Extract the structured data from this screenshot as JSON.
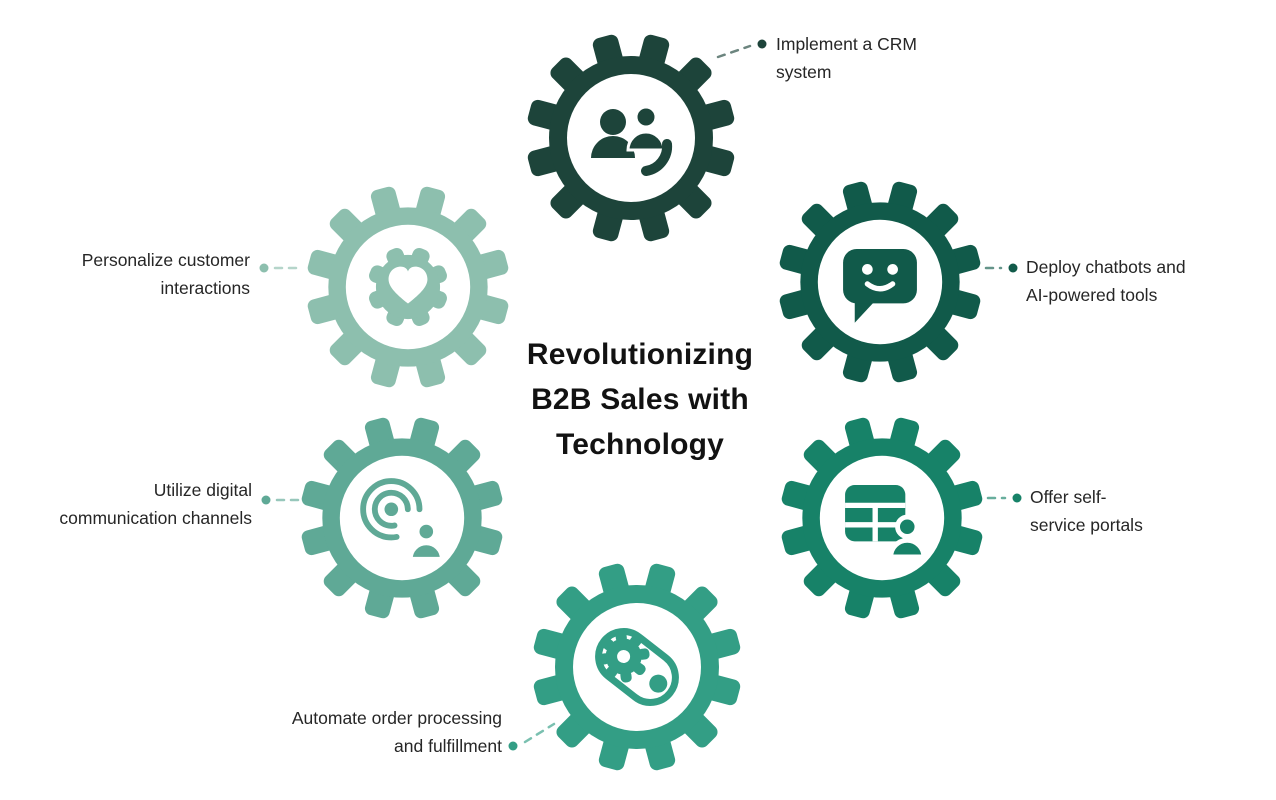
{
  "title": {
    "lines": [
      "Revolutionizing",
      "B2B Sales with",
      "Technology"
    ],
    "color": "#121212"
  },
  "background": "#ffffff",
  "text_color": "#262626",
  "items": [
    {
      "name": "implement-crm",
      "label_lines": [
        "Implement a CRM",
        "system"
      ],
      "color": "#1d443a",
      "icon": "people-phone-icon"
    },
    {
      "name": "deploy-chatbots",
      "label_lines": [
        "Deploy chatbots and",
        "AI-powered tools"
      ],
      "color": "#115a4a",
      "icon": "chat-smiley-icon"
    },
    {
      "name": "self-service-portals",
      "label_lines": [
        "Offer self-",
        "service portals"
      ],
      "color": "#178268",
      "icon": "table-person-icon"
    },
    {
      "name": "automate-orders",
      "label_lines": [
        "Automate order processing",
        "and fulfillment"
      ],
      "color": "#339e85",
      "icon": "belt-gear-icon"
    },
    {
      "name": "digital-channels",
      "label_lines": [
        "Utilize digital",
        "communication channels"
      ],
      "color": "#5fa996",
      "icon": "broadcast-person-icon"
    },
    {
      "name": "personalize-interactions",
      "label_lines": [
        "Personalize customer",
        "interactions"
      ],
      "color": "#8dbfae",
      "icon": "gear-heart-icon"
    }
  ]
}
